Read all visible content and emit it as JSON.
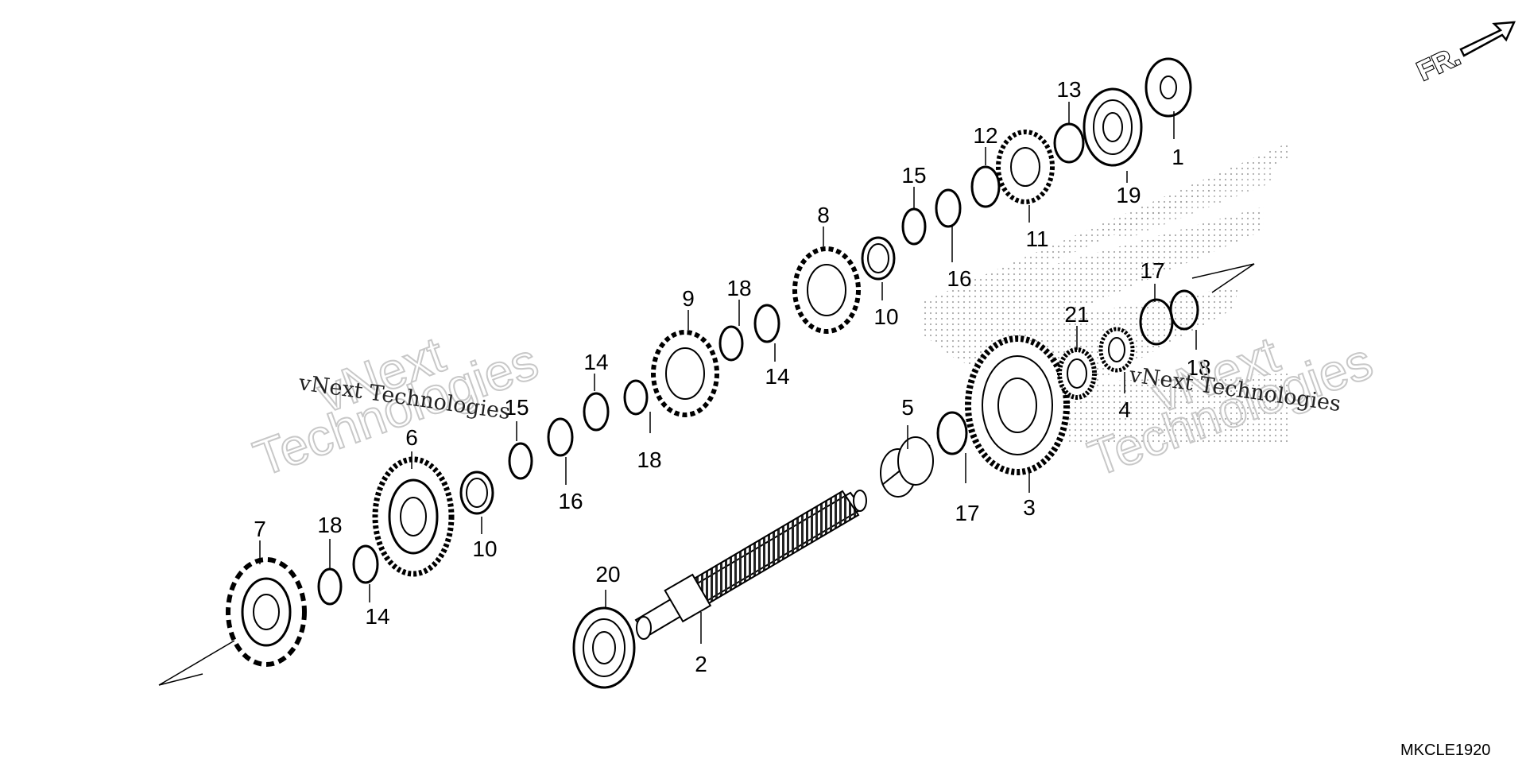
{
  "diagram": {
    "code": "MKCLE1920",
    "direction_label": "FR.",
    "watermark": {
      "small": "vNext Technologies",
      "big_line1": "vNext",
      "big_line2": "Technologies"
    },
    "part_labels": [
      "1",
      "2",
      "3",
      "4",
      "5",
      "6",
      "7",
      "8",
      "9",
      "10",
      "10",
      "11",
      "12",
      "13",
      "14",
      "14",
      "14",
      "15",
      "15",
      "16",
      "16",
      "17",
      "17",
      "18",
      "18",
      "18",
      "18",
      "19",
      "20",
      "21"
    ]
  }
}
